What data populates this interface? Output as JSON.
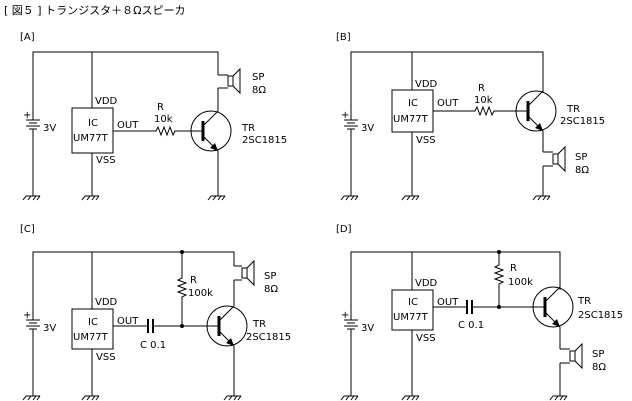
{
  "title": "[ 図５ ] トランジスタ＋８Ωスピーカ",
  "panels": {
    "A": {
      "label": "[A]"
    },
    "B": {
      "label": "[B]"
    },
    "C": {
      "label": "[C]"
    },
    "D": {
      "label": "[D]"
    }
  },
  "common": {
    "battery_plus": "+",
    "battery": "3V",
    "vdd": "VDD",
    "out": "OUT",
    "ic_line1": "IC",
    "ic_line2": "UM77T",
    "vss": "VSS",
    "r_label": "R",
    "r10k": "10k",
    "r100k": "100k",
    "cap": "C 0.1",
    "tr_label": "TR",
    "tr_part": "2SC1815",
    "sp_label": "SP",
    "sp_ohm": "8Ω"
  }
}
